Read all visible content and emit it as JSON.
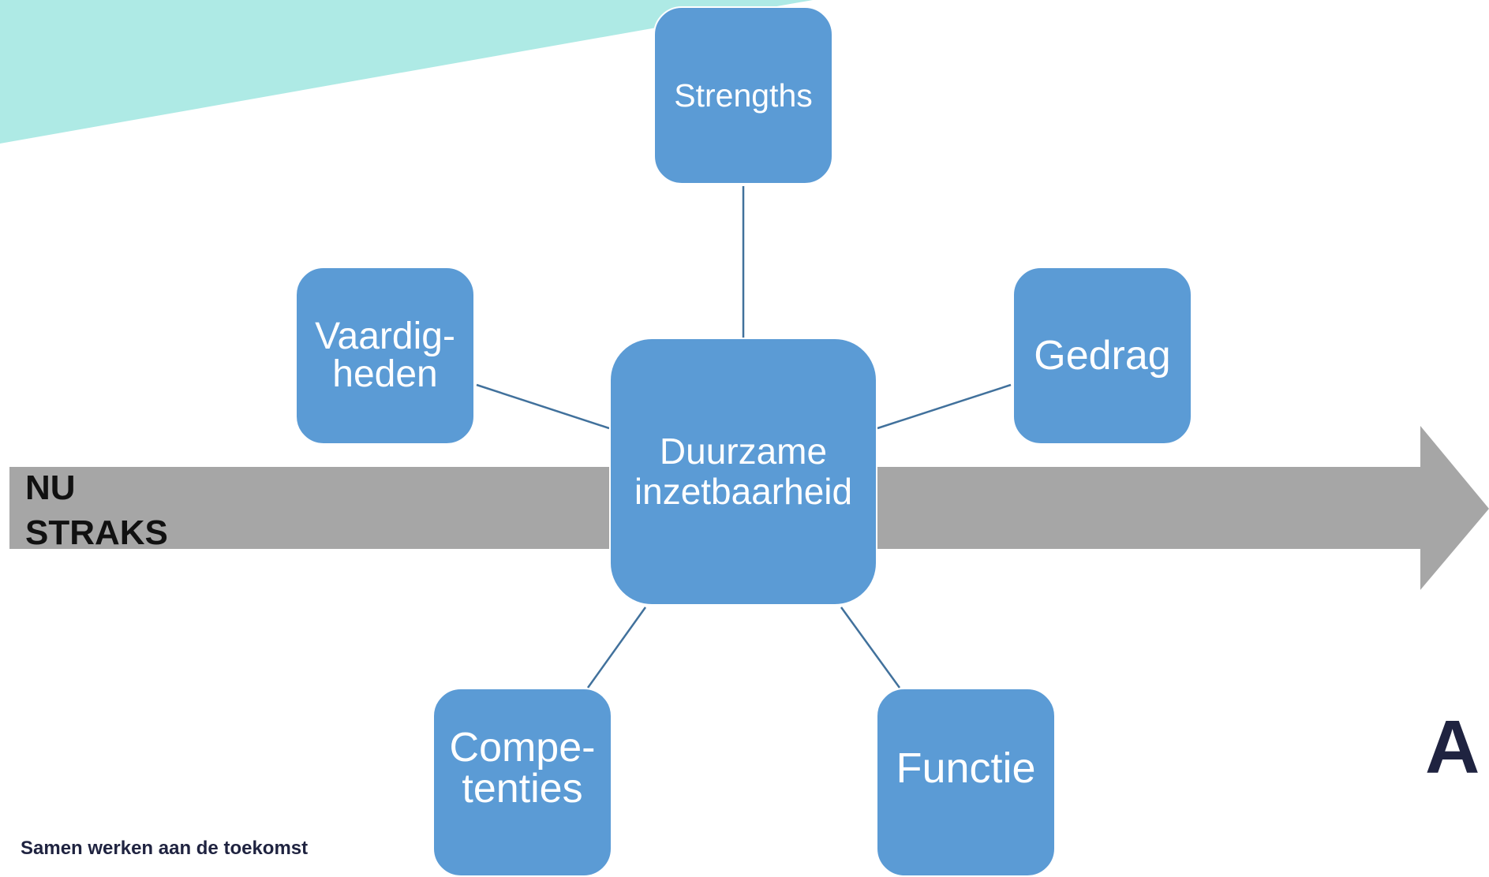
{
  "diagram": {
    "center": "Duurzame inzetbaarheid",
    "center_lines": [
      "Duurzame",
      "inzetbaarheid"
    ],
    "nodes": {
      "strengths": "Strengths",
      "vaardigheden_lines": [
        "Vaardig-",
        "heden"
      ],
      "gedrag": "Gedrag",
      "competenties_lines": [
        "Compe-",
        "tenties"
      ],
      "functie": "Functie"
    }
  },
  "timeline": {
    "now": "NU",
    "later": "STRAKS"
  },
  "footer": {
    "tagline": "Samen werken aan de toekomst"
  },
  "logo": {
    "text": "A"
  },
  "colors": {
    "node_fill": "#5b9bd5",
    "connector": "#41719c",
    "arrow": "#a6a6a6",
    "accent_band": "#aeeae5",
    "brand_text": "#1f2340"
  }
}
